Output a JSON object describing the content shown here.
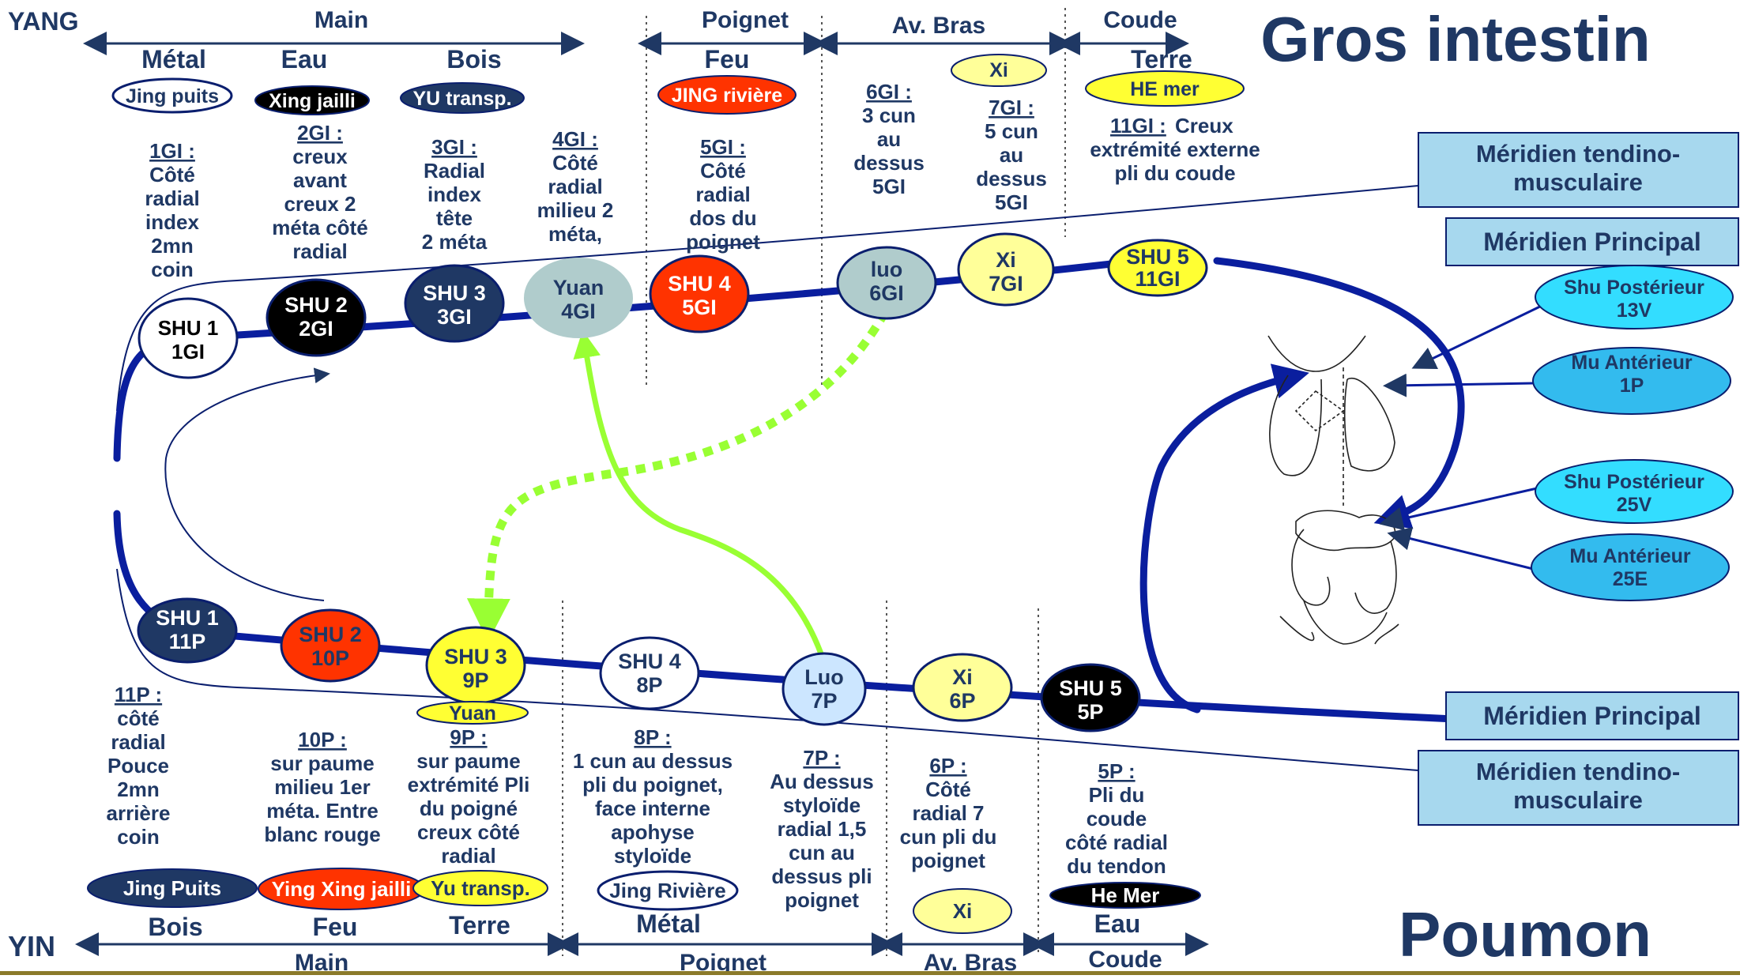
{
  "titles": {
    "yang_title": "Gros intestin",
    "yin_title": "Poumon"
  },
  "yang_header": {
    "side": "YANG",
    "main": "Main",
    "poignet": "Poignet",
    "av_bras": "Av. Bras",
    "coude": "Coude",
    "elements": [
      "Métal",
      "Eau",
      "Bois",
      "Feu",
      "Terre"
    ],
    "badges": [
      "Jing puits",
      "Xing jailli",
      "YU transp.",
      "JING rivière",
      "HE mer",
      "Xi"
    ]
  },
  "yin_footer": {
    "side": "YIN",
    "main": "Main",
    "poignet": "Poignet",
    "av_bras": "Av. Bras",
    "coude": "Coude",
    "elements": [
      "Bois",
      "Feu",
      "Terre",
      "Métal",
      "Eau"
    ],
    "badges": [
      "Jing Puits",
      "Ying Xing  jailli",
      "Yu transp.",
      "Jing Rivière",
      "Xi",
      "He Mer"
    ]
  },
  "yang_points": [
    {
      "l1": "SHU 1",
      "l2": "1GI"
    },
    {
      "l1": "SHU 2",
      "l2": "2GI"
    },
    {
      "l1": "SHU 3",
      "l2": "3GI"
    },
    {
      "l1": "Yuan",
      "l2": "4GI"
    },
    {
      "l1": "SHU 4",
      "l2": "5GI"
    },
    {
      "l1": "luo",
      "l2": "6GI"
    },
    {
      "l1": "Xi",
      "l2": "7GI"
    },
    {
      "l1": "SHU 5",
      "l2": "11GI"
    }
  ],
  "yin_points": [
    {
      "l1": "SHU 1",
      "l2": "11P"
    },
    {
      "l1": "SHU 2",
      "l2": "10P"
    },
    {
      "l1": "SHU 3",
      "l2": "9P"
    },
    {
      "l1": "SHU 4",
      "l2": "8P"
    },
    {
      "l1": "Luo",
      "l2": "7P"
    },
    {
      "l1": "Xi",
      "l2": "6P"
    },
    {
      "l1": "SHU 5",
      "l2": "5P"
    }
  ],
  "yin_yuan_label": "Yuan",
  "yang_desc": [
    {
      "title": "1GI :",
      "lines": [
        "Côté",
        "radial",
        "index",
        "2mn",
        "coin"
      ]
    },
    {
      "title": "2GI :",
      "lines": [
        "creux",
        "avant",
        "creux 2",
        "méta côté",
        "radial"
      ]
    },
    {
      "title": "3GI :",
      "lines": [
        "Radial",
        "index",
        "tête",
        "2 méta"
      ]
    },
    {
      "title": "4GI :",
      "lines": [
        "Côté",
        "radial",
        "milieu 2",
        "méta,"
      ]
    },
    {
      "title": "5GI :",
      "lines": [
        "Côté",
        "radial",
        "dos du",
        "poignet"
      ]
    },
    {
      "title": "6GI :",
      "lines": [
        "3 cun",
        "au",
        "dessus",
        "5GI"
      ]
    },
    {
      "title": "7GI :",
      "lines": [
        "5 cun",
        "au",
        "dessus",
        "5GI"
      ]
    },
    {
      "title": "11GI :",
      "title_tail": " Creux",
      "lines": [
        "extrémité externe",
        "pli du coude"
      ]
    }
  ],
  "yin_desc": [
    {
      "title": "11P :",
      "lines": [
        "côté",
        "radial",
        "Pouce",
        "2mn",
        "arrière",
        "coin"
      ]
    },
    {
      "title": "10P :",
      "lines": [
        "sur paume",
        "milieu 1er",
        "méta. Entre",
        "blanc rouge"
      ]
    },
    {
      "title": "9P :",
      "lines": [
        "sur paume",
        "extrémité Pli",
        "du poigné",
        "creux côté",
        "radial"
      ]
    },
    {
      "title": "8P :",
      "lines": [
        "1 cun au dessus",
        "pli du poignet,",
        "face interne",
        "apohyse",
        "styloïde"
      ]
    },
    {
      "title": "7P :",
      "lines": [
        "Au dessus",
        "styloïde",
        "radial 1,5",
        "cun au",
        "dessus pli",
        "poignet"
      ]
    },
    {
      "title": "6P :",
      "lines": [
        "Côté",
        "radial 7",
        "cun pli du",
        "poignet"
      ]
    },
    {
      "title": "5P :",
      "lines": [
        "Pli du",
        "coude",
        "côté radial",
        "du tendon"
      ]
    }
  ],
  "right_boxes": {
    "tendino_top": [
      "Méridien tendino-",
      "musculaire"
    ],
    "principal_top": "Méridien Principal",
    "principal_bottom": "Méridien Principal",
    "tendino_bottom": [
      "Méridien tendino-",
      "musculaire"
    ]
  },
  "body_points": [
    {
      "l1": "Shu Postérieur",
      "l2": "13V"
    },
    {
      "l1": "Mu Antérieur",
      "l2": "1P"
    },
    {
      "l1": "Shu Postérieur",
      "l2": "25V"
    },
    {
      "l1": "Mu Antérieur",
      "l2": "25E"
    }
  ],
  "colors": {
    "navy": "#0a1e6e",
    "dark_blue": "#1f3864",
    "light_green": "#99ff33",
    "red": "#ff3300",
    "yellow": "#ffff99",
    "cyan": "#33ccff",
    "box_blue": "#a7d8ee",
    "sage": "#b0cccc",
    "light_blue": "#cce6ff"
  }
}
